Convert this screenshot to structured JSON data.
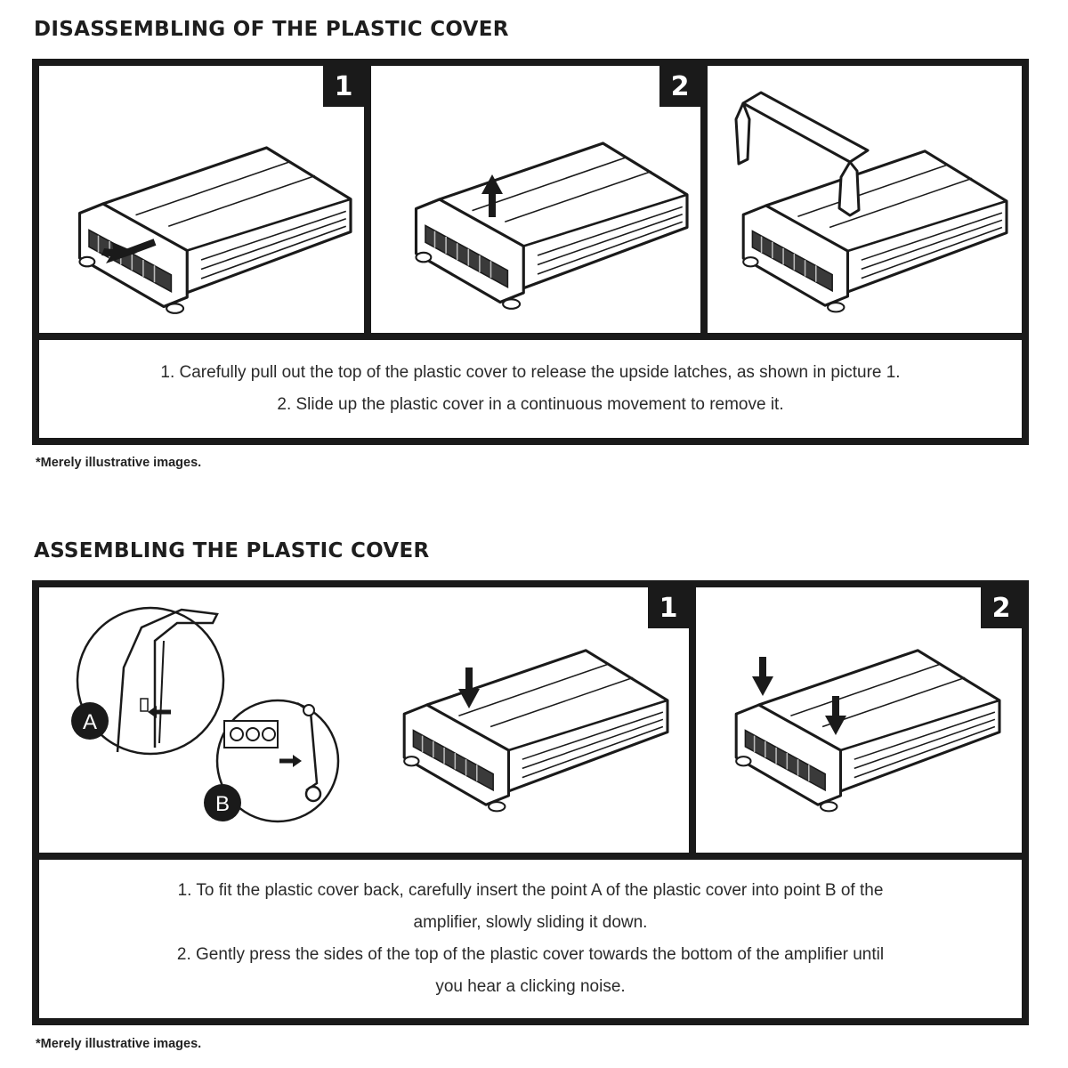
{
  "disassembly": {
    "title": "DISASSEMBLING OF THE PLASTIC COVER",
    "panels": [
      {
        "badge": "1",
        "icon": "pull-out-arrow-icon"
      },
      {
        "badge": "2",
        "icon": "slide-up-arrow-icon"
      },
      {
        "badge": "",
        "icon": "cover-removed-illustration"
      }
    ],
    "instructions": [
      "1. Carefully pull out the top of the plastic cover to release the upside latches, as shown in picture 1.",
      "2. Slide up the plastic cover in a continuous movement to remove it."
    ],
    "note": "*Merely illustrative images."
  },
  "assembly": {
    "title": "ASSEMBLING THE PLASTIC COVER",
    "panels": [
      {
        "badge": "1",
        "callouts": [
          "A",
          "B"
        ],
        "icon": "press-down-arrow-icon"
      },
      {
        "badge": "2",
        "icon": "press-down-arrow-icon"
      }
    ],
    "instructions": [
      "1. To fit the plastic cover back, carefully insert the point A of the plastic cover into point B of the",
      "amplifier, slowly sliding it down.",
      "2. Gently press the sides of the top of the plastic cover towards the bottom of the amplifier until",
      "you hear a clicking noise."
    ],
    "note": "*Merely illustrative images."
  }
}
